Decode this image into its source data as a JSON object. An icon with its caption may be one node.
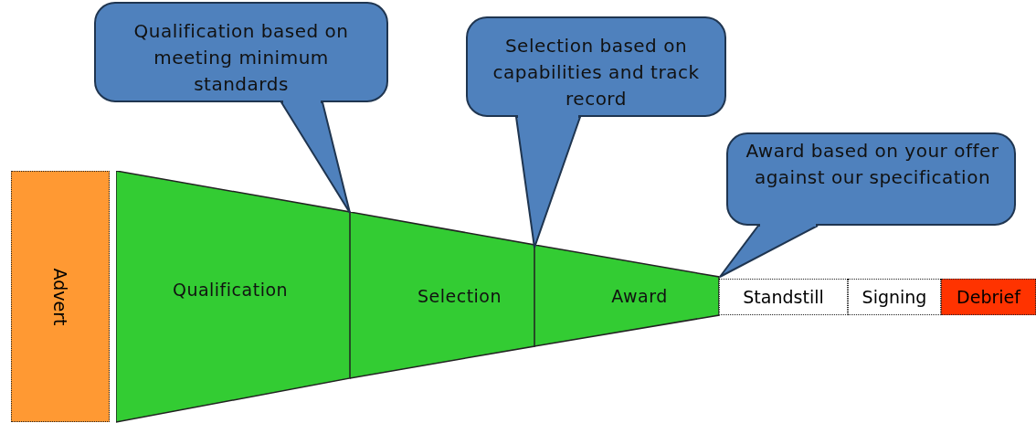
{
  "diagram": {
    "nodes": [
      {
        "text": [
          "Advert"
        ]
      },
      {
        "text": [
          "Qualification"
        ]
      },
      {
        "text": [
          "Selection"
        ]
      },
      {
        "text": [
          "Award"
        ]
      },
      {
        "text": [
          "Standstill"
        ]
      },
      {
        "text": [
          "Signing"
        ]
      },
      {
        "text": [
          "Debrief"
        ]
      },
      {
        "text": [
          "Qualification based on meeting minimum standards"
        ]
      },
      {
        "text": [
          "Selection based on capabilities and track record"
        ]
      },
      {
        "text": [
          "Award based on your offer against our specification"
        ]
      }
    ]
  }
}
